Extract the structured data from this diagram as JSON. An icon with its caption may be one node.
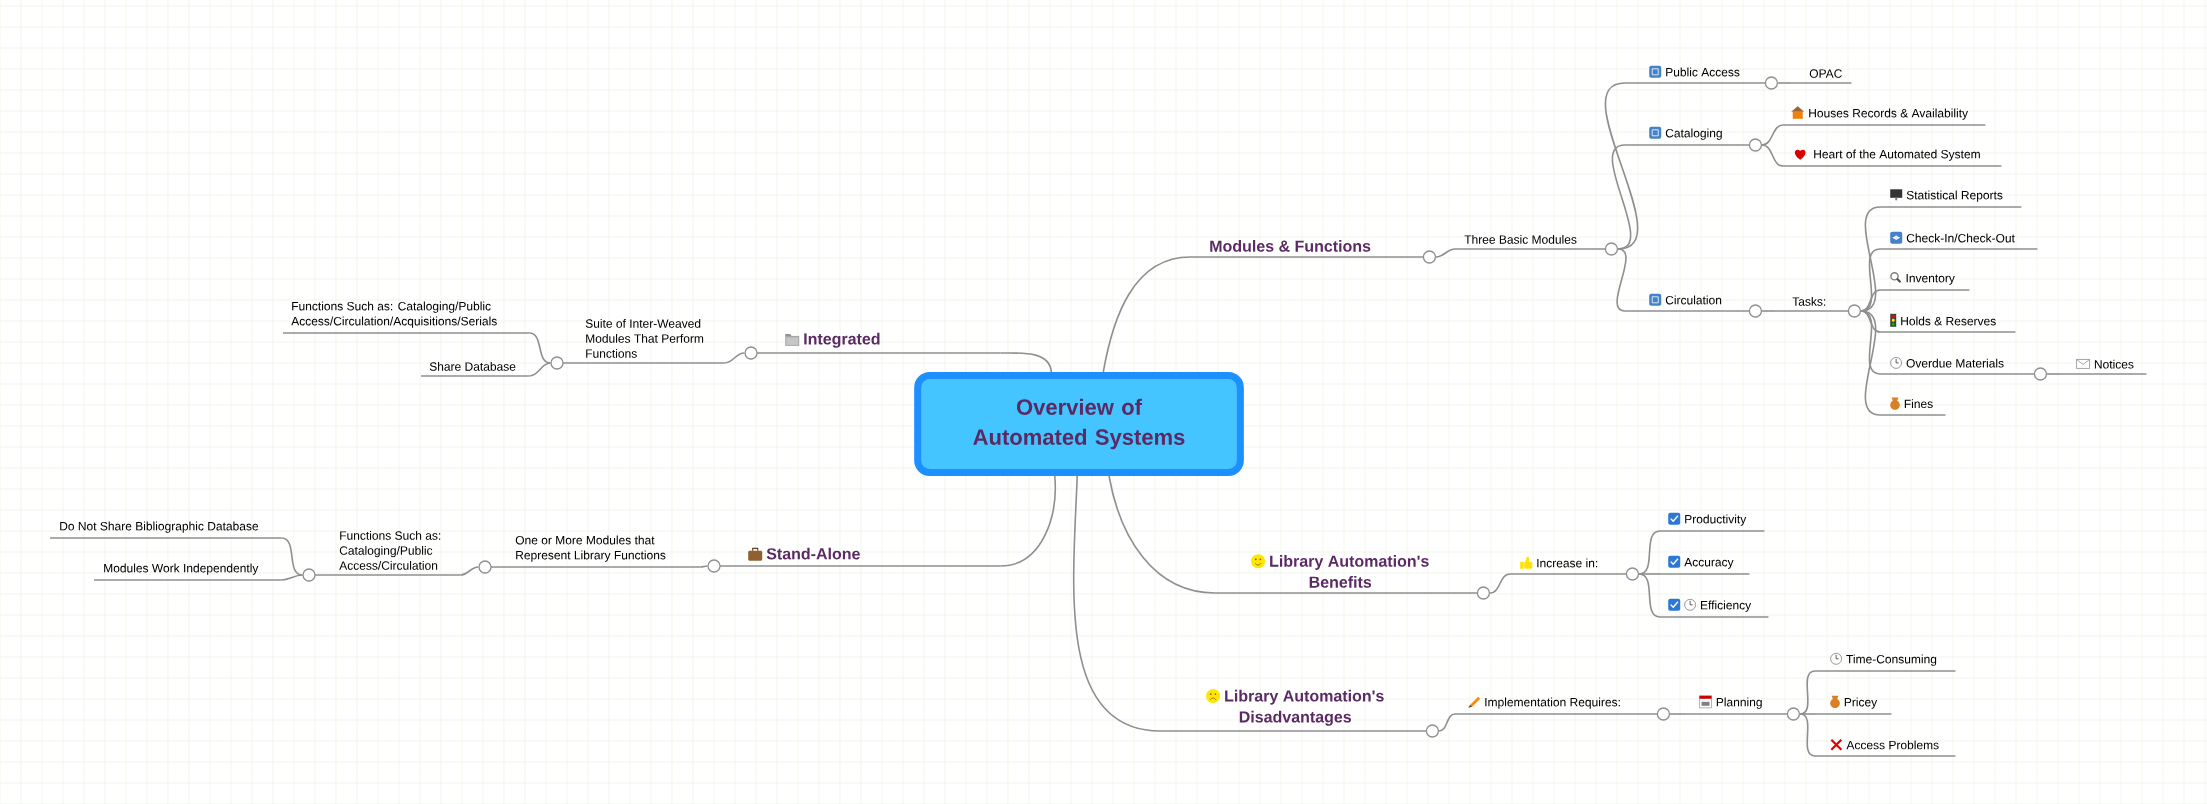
{
  "diagram": {
    "nodes": [
      {
        "text": [
          "Overview of Automated Systems"
        ]
      },
      {
        "text": [
          "Modules & Functions"
        ]
      },
      {
        "text": [
          "Three Basic Modules"
        ]
      },
      {
        "text": [
          "Public Access"
        ]
      },
      {
        "text": [
          "OPAC"
        ]
      },
      {
        "text": [
          "Cataloging"
        ]
      },
      {
        "text": [
          "Houses Records & Availability"
        ]
      },
      {
        "text": [
          "Heart of the Automated System"
        ]
      },
      {
        "text": [
          "Circulation"
        ]
      },
      {
        "text": [
          "Tasks:"
        ]
      },
      {
        "text": [
          "Statistical Reports"
        ]
      },
      {
        "text": [
          "Check-In/Check-Out"
        ]
      },
      {
        "text": [
          "Inventory"
        ]
      },
      {
        "text": [
          "Holds & Reserves"
        ]
      },
      {
        "text": [
          "Overdue Materials"
        ]
      },
      {
        "text": [
          "Notices"
        ]
      },
      {
        "text": [
          "Fines"
        ]
      },
      {
        "text": [
          "Library Automation's Benefits"
        ]
      },
      {
        "text": [
          "Increase in:"
        ]
      },
      {
        "text": [
          "Productivity"
        ]
      },
      {
        "text": [
          "Accuracy"
        ]
      },
      {
        "text": [
          "Efficiency"
        ]
      },
      {
        "text": [
          "Library Automation's Disadvantages"
        ]
      },
      {
        "text": [
          "Implementation Requires:"
        ]
      },
      {
        "text": [
          "Planning"
        ]
      },
      {
        "text": [
          "Time-Consuming"
        ]
      },
      {
        "text": [
          "Pricey"
        ]
      },
      {
        "text": [
          "Access Problems"
        ]
      },
      {
        "text": [
          "Integrated"
        ]
      },
      {
        "text": [
          "Suite of Inter-Weaved Modules That Perform Functions"
        ]
      },
      {
        "text": [
          "Functions Such as: Cataloging/Public Access/Circulation/Acquisitions/Serials"
        ]
      },
      {
        "text": [
          "Share Database"
        ]
      },
      {
        "text": [
          "Stand-Alone"
        ]
      },
      {
        "text": [
          "One or More Modules that Represent Library Functions"
        ]
      },
      {
        "text": [
          "Functions Such as: Cataloging/Public Access/Circulation"
        ]
      },
      {
        "text": [
          "Do Not Share Bibliographic Database"
        ]
      },
      {
        "text": [
          "Modules Work Independently"
        ]
      }
    ],
    "edges": [
      {
        "from": 0,
        "to": 1,
        "arrow": "none"
      },
      {
        "from": 1,
        "to": 2,
        "arrow": "none"
      },
      {
        "from": 2,
        "to": 3,
        "arrow": "none"
      },
      {
        "from": 3,
        "to": 4,
        "arrow": "none"
      },
      {
        "from": 2,
        "to": 5,
        "arrow": "none"
      },
      {
        "from": 5,
        "to": 6,
        "arrow": "none"
      },
      {
        "from": 5,
        "to": 7,
        "arrow": "none"
      },
      {
        "from": 2,
        "to": 8,
        "arrow": "none"
      },
      {
        "from": 8,
        "to": 9,
        "arrow": "none"
      },
      {
        "from": 9,
        "to": 10,
        "arrow": "none"
      },
      {
        "from": 9,
        "to": 11,
        "arrow": "none"
      },
      {
        "from": 9,
        "to": 12,
        "arrow": "none"
      },
      {
        "from": 9,
        "to": 13,
        "arrow": "none"
      },
      {
        "from": 9,
        "to": 14,
        "arrow": "none"
      },
      {
        "from": 14,
        "to": 15,
        "arrow": "none"
      },
      {
        "from": 9,
        "to": 16,
        "arrow": "none"
      },
      {
        "from": 0,
        "to": 17,
        "arrow": "none"
      },
      {
        "from": 17,
        "to": 18,
        "arrow": "none"
      },
      {
        "from": 18,
        "to": 19,
        "arrow": "none"
      },
      {
        "from": 18,
        "to": 20,
        "arrow": "none"
      },
      {
        "from": 18,
        "to": 21,
        "arrow": "none"
      },
      {
        "from": 0,
        "to": 22,
        "arrow": "none"
      },
      {
        "from": 22,
        "to": 23,
        "arrow": "none"
      },
      {
        "from": 23,
        "to": 24,
        "arrow": "none"
      },
      {
        "from": 24,
        "to": 25,
        "arrow": "none"
      },
      {
        "from": 24,
        "to": 26,
        "arrow": "none"
      },
      {
        "from": 24,
        "to": 27,
        "arrow": "none"
      },
      {
        "from": 0,
        "to": 28,
        "arrow": "none"
      },
      {
        "from": 28,
        "to": 29,
        "arrow": "none"
      },
      {
        "from": 29,
        "to": 30,
        "arrow": "none"
      },
      {
        "from": 29,
        "to": 31,
        "arrow": "none"
      },
      {
        "from": 0,
        "to": 32,
        "arrow": "none"
      },
      {
        "from": 32,
        "to": 33,
        "arrow": "none"
      },
      {
        "from": 33,
        "to": 34,
        "arrow": "none"
      },
      {
        "from": 34,
        "to": 35,
        "arrow": "none"
      },
      {
        "from": 34,
        "to": 36,
        "arrow": "none"
      }
    ]
  }
}
